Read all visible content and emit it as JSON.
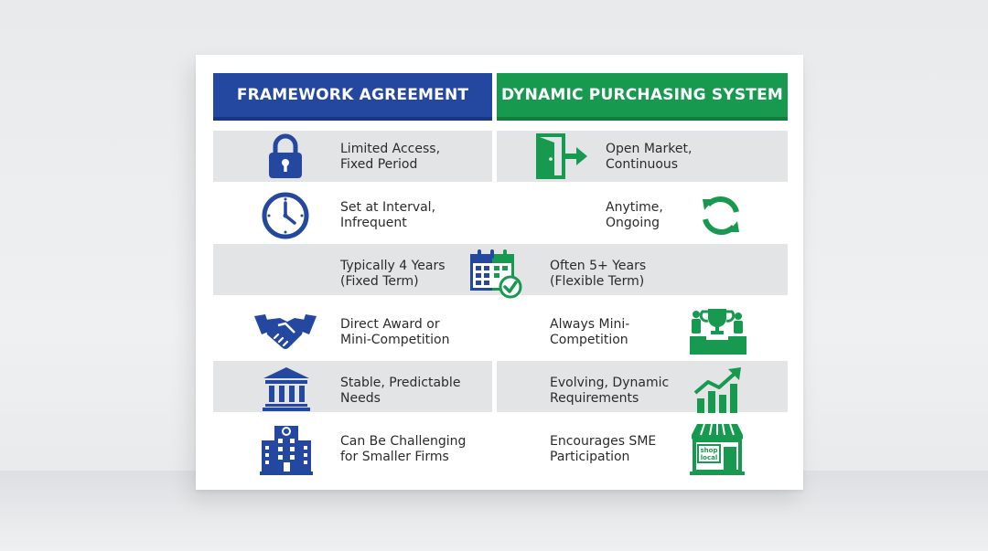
{
  "headers": {
    "left": "FRAMEWORK AGREEMENT",
    "right": "DYNAMIC PURCHASING SYSTEM"
  },
  "rows": [
    {
      "left": {
        "line1": "Limited Access,",
        "line2": "Fixed Period",
        "icon": "padlock-icon"
      },
      "right": {
        "line1": "Open Market,",
        "line2": "Continuous",
        "icon": "door-exit-icon"
      }
    },
    {
      "left": {
        "line1": "Set at Interval,",
        "line2": "Infrequent",
        "icon": "clock-icon"
      },
      "right": {
        "line1": "Anytime,",
        "line2": "Ongoing",
        "icon": "refresh-cycle-icon"
      }
    },
    {
      "left": {
        "line1": "Typically 4 Years",
        "line2": "(Fixed Term)"
      },
      "center_icon": "calendar-check-icon",
      "right": {
        "line1": "Often 5+ Years",
        "line2": "(Flexible Term)"
      }
    },
    {
      "left": {
        "line1": "Direct Award or",
        "line2": "Mini-Competition",
        "icon": "handshake-icon"
      },
      "right": {
        "line1": "Always Mini-",
        "line2": "Competition",
        "icon": "podium-trophy-icon"
      }
    },
    {
      "left": {
        "line1": "Stable, Predictable",
        "line2": "Needs",
        "icon": "institution-building-icon"
      },
      "right": {
        "line1": "Evolving, Dynamic",
        "line2": "Requirements",
        "icon": "growth-chart-icon"
      }
    },
    {
      "left": {
        "line1": "Can Be Challenging",
        "line2": "for Smaller Firms",
        "icon": "office-building-icon"
      },
      "right": {
        "line1": "Encourages SME",
        "line2": "Participation",
        "icon": "shop-local-icon"
      }
    }
  ],
  "shop_sign": {
    "line1": "shop",
    "line2": "local"
  },
  "colors": {
    "blue": "#2447a0",
    "green": "#179a4f",
    "row_gray": "#e3e4e6"
  }
}
